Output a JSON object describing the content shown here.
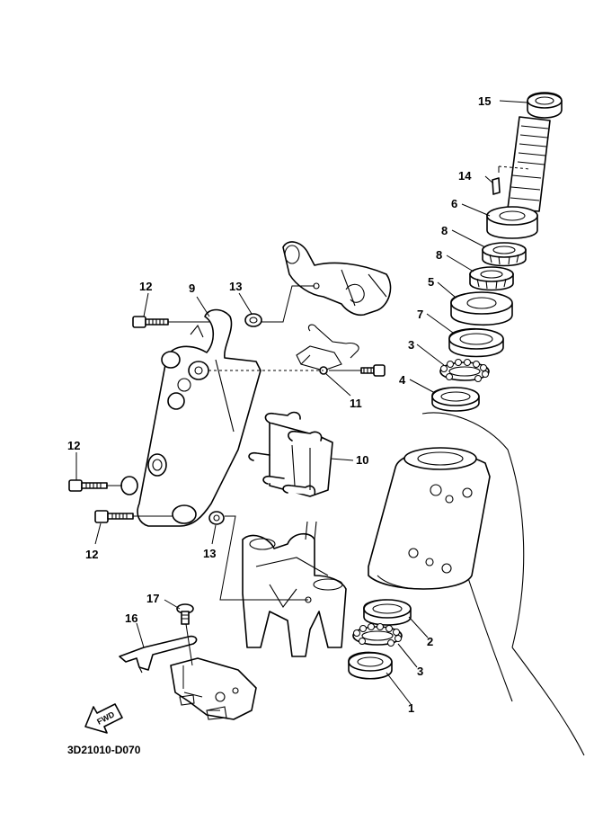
{
  "diagram_code": "3D21010-D070",
  "fwd_label": "FWD",
  "callouts": {
    "c1": "1",
    "c2": "2",
    "c3a": "3",
    "c3b": "3",
    "c4": "4",
    "c5": "5",
    "c6": "6",
    "c7": "7",
    "c8a": "8",
    "c8b": "8",
    "c9": "9",
    "c10": "10",
    "c11": "11",
    "c12a": "12",
    "c12b": "12",
    "c12c": "12",
    "c13a": "13",
    "c13b": "13",
    "c14": "14",
    "c15": "15",
    "c16": "16",
    "c17": "17"
  }
}
